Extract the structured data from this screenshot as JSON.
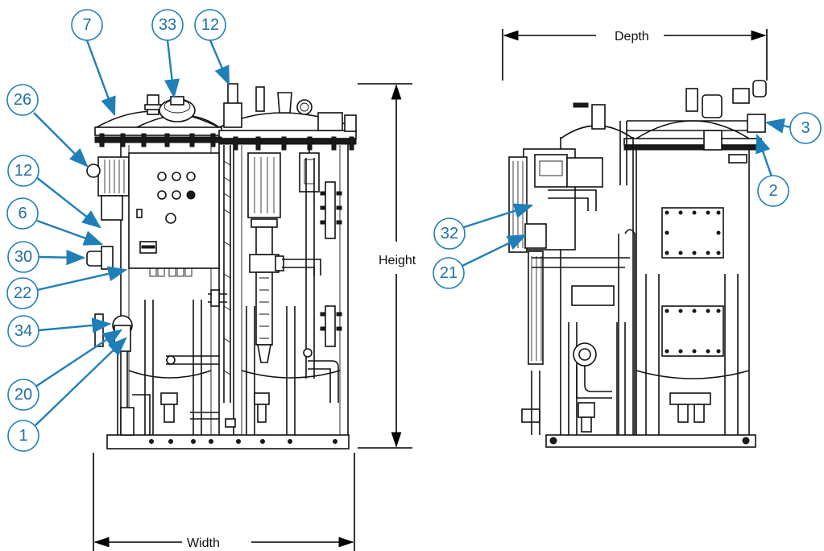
{
  "dimensions": {
    "depth": "Depth",
    "height": "Height",
    "width": "Width"
  },
  "callouts": {
    "left_view": [
      "7",
      "33",
      "12",
      "26",
      "12",
      "6",
      "30",
      "22",
      "34",
      "20",
      "1"
    ],
    "right_view": [
      "3",
      "2",
      "32",
      "21"
    ]
  },
  "colors": {
    "callout": "#1f7fb8",
    "line": "#111111"
  }
}
